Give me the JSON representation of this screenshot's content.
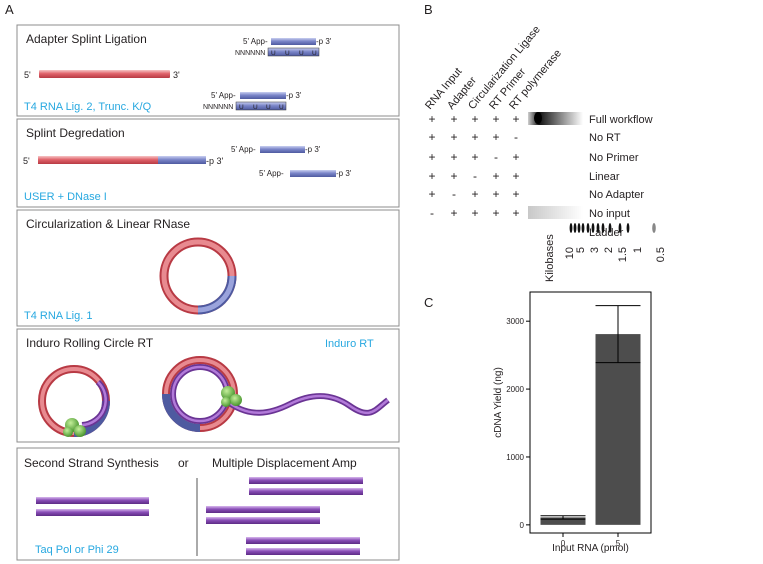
{
  "panel_labels": {
    "a": "A",
    "b": "B",
    "c": "C"
  },
  "colors": {
    "accent": "#27a8e0",
    "rna": "#e06068",
    "dna": "#7b86c9",
    "cdna": "#8a4fb8",
    "enzyme": "#6dc24b",
    "bar": "#4d4d4d"
  },
  "panel_a": {
    "step1": {
      "title": "Adapter Splint Ligation",
      "enzyme": "T4 RNA Lig. 2, Trunc. K/Q",
      "rna_5": "5'",
      "rna_3": "3'",
      "adapter_5": "5' App-",
      "adapter_3": "-p 3'",
      "splint": "NNNNNN",
      "splint_u": "U"
    },
    "step2": {
      "title": "Splint Degredation",
      "enzyme": "USER + DNase I",
      "left_5": "5'",
      "left_3": "-p 3'",
      "frag_5": "5' App-",
      "frag_3": "-p 3'"
    },
    "step3": {
      "title": "Circularization & Linear RNase",
      "enzyme": "T4 RNA Lig. 1"
    },
    "step4": {
      "title": "Induro Rolling Circle RT",
      "enzyme": "Induro RT"
    },
    "step5": {
      "title_left": "Second Strand Synthesis",
      "or": "or",
      "title_right": "Multiple Displacement Amp",
      "enzyme": "Taq Pol or Phi 29"
    }
  },
  "panel_b": {
    "columns": [
      "RNA Input",
      "Adapter",
      "Circularization Ligase",
      "RT Primer",
      "RT polymerase"
    ],
    "rows": [
      {
        "name": "Full workflow",
        "marks": [
          "+",
          "+",
          "+",
          "+",
          "+"
        ],
        "band": "strong"
      },
      {
        "name": "No RT",
        "marks": [
          "+",
          "+",
          "+",
          "+",
          "-"
        ],
        "band": "none"
      },
      {
        "name": "No Primer",
        "marks": [
          "+",
          "+",
          "+",
          "-",
          "+"
        ],
        "band": "none"
      },
      {
        "name": "Linear",
        "marks": [
          "+",
          "+",
          "-",
          "+",
          "+"
        ],
        "band": "none"
      },
      {
        "name": "No Adapter",
        "marks": [
          "+",
          "-",
          "+",
          "+",
          "+"
        ],
        "band": "none"
      },
      {
        "name": "No input",
        "marks": [
          "-",
          "+",
          "+",
          "+",
          "+"
        ],
        "band": "faint"
      },
      {
        "name": "Ladder",
        "marks": [],
        "band": "ladder"
      }
    ],
    "ladder_title": "Kilobases",
    "ladder_ticks": [
      "10",
      "5",
      "3",
      "2",
      "1.5",
      "1",
      "0.5"
    ]
  },
  "chart_data": {
    "type": "bar",
    "categories": [
      "0",
      "5"
    ],
    "values": [
      110,
      2810
    ],
    "error_low": [
      85,
      2390
    ],
    "error_high": [
      135,
      3230
    ],
    "xlabel": "Input RNA (pmol)",
    "ylabel": "cDNA Yield (ng)",
    "ylim": [
      -120,
      3430
    ],
    "yticks": [
      0,
      1000,
      2000,
      3000
    ],
    "grid": false
  }
}
